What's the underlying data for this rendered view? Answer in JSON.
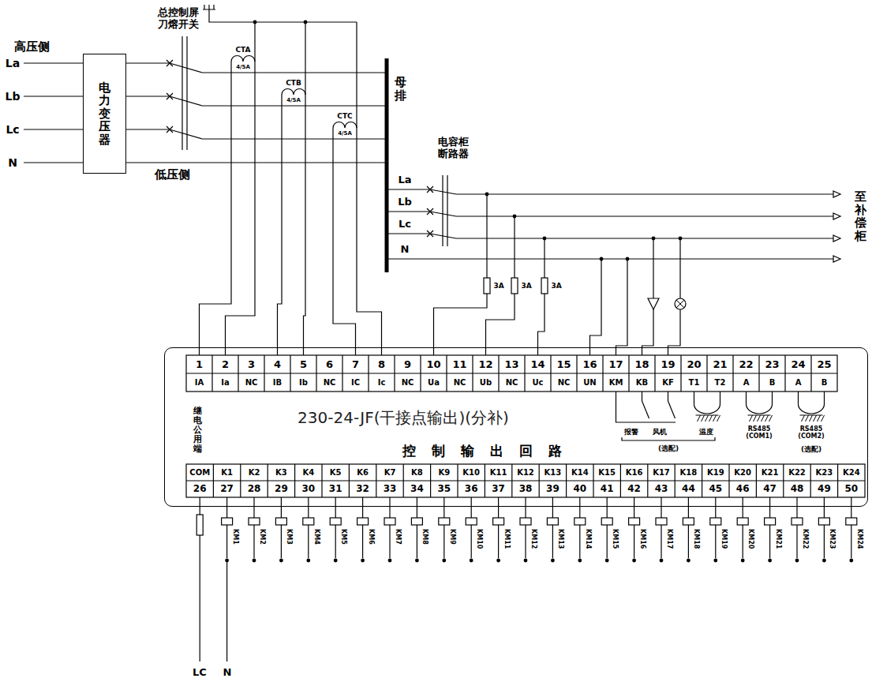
{
  "diagram": {
    "nodes": [
      {
        "text": [
          "电力变压器"
        ]
      },
      {
        "text": [
          "230-24-JF(干接点输出)(分补)",
          "控制输出回路"
        ]
      }
    ],
    "labels": [
      "高压侧",
      "La",
      "Lb",
      "Lc",
      "N",
      "总控制屏 刀熔开关",
      "CTA",
      "4/5A",
      "CTB",
      "4/5A",
      "CTC",
      "4/5A",
      "低压侧",
      "母排",
      "电容柜 断路器",
      "La",
      "Lb",
      "Lc",
      "N",
      "至补偿柜",
      "3A",
      "3A",
      "3A",
      "报警",
      "风机",
      "温度",
      "(选配)",
      "RS485 (COM1)",
      "RS485 (COM2)",
      "(选配)",
      "继电公用端",
      "LC",
      "N",
      "1",
      "IA",
      "2",
      "Ia",
      "3",
      "NC",
      "4",
      "IB",
      "5",
      "Ib",
      "6",
      "NC",
      "7",
      "IC",
      "8",
      "Ic",
      "9",
      "NC",
      "10",
      "Ua",
      "11",
      "NC",
      "12",
      "Ub",
      "13",
      "NC",
      "14",
      "Uc",
      "15",
      "NC",
      "16",
      "UN",
      "17",
      "KM",
      "18",
      "KB",
      "19",
      "KF",
      "20",
      "T1",
      "21",
      "T2",
      "22",
      "A",
      "23",
      "B",
      "24",
      "A",
      "25",
      "B",
      "COM",
      "26",
      "K1",
      "27",
      "K2",
      "28",
      "K3",
      "29",
      "K4",
      "30",
      "K5",
      "31",
      "K6",
      "32",
      "K7",
      "33",
      "K8",
      "34",
      "K9",
      "35",
      "K10",
      "36",
      "K11",
      "37",
      "K12",
      "38",
      "K13",
      "39",
      "K14",
      "40",
      "K15",
      "41",
      "K16",
      "42",
      "K17",
      "43",
      "K18",
      "44",
      "K19",
      "45",
      "K20",
      "46",
      "K21",
      "47",
      "K22",
      "48",
      "K23",
      "49",
      "K24",
      "50",
      "KM1",
      "KM2",
      "KM3",
      "KM4",
      "KM5",
      "KM6",
      "KM7",
      "KM8",
      "KM9",
      "KM10",
      "KM11",
      "KM12",
      "KM13",
      "KM14",
      "KM15",
      "KM16",
      "KM17",
      "KM18",
      "KM19",
      "KM20",
      "KM21",
      "KM22",
      "KM23",
      "KM24"
    ]
  }
}
